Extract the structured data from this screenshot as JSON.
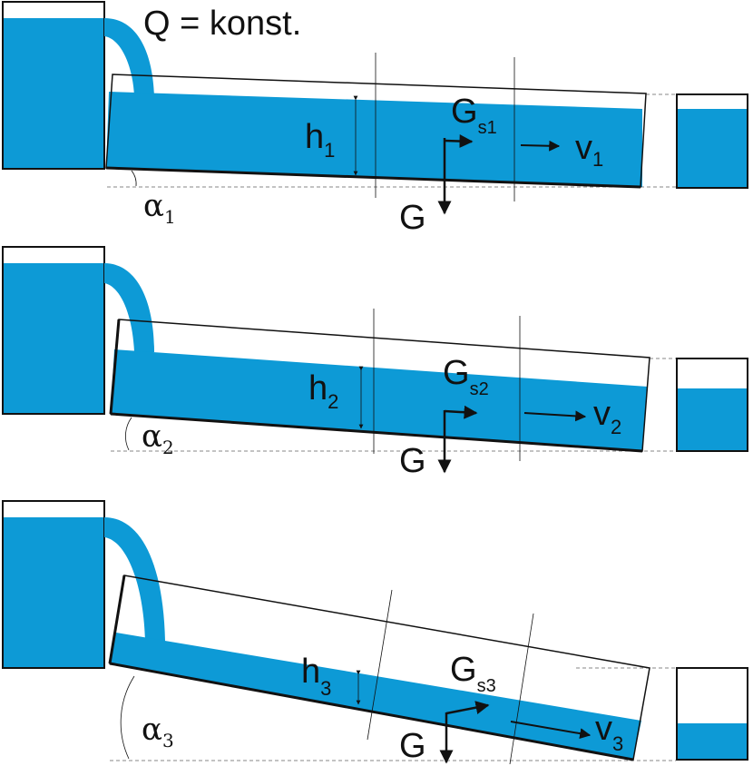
{
  "title": "Q = konst.",
  "colors": {
    "water": "#0d9ad6",
    "line": "#111111"
  },
  "panels": [
    {
      "h": "h",
      "h_sub": "1",
      "gs": "G",
      "gs_sub": "s1",
      "v": "v",
      "v_sub": "1",
      "g": "G",
      "alpha": "α",
      "alpha_sub": "1"
    },
    {
      "h": "h",
      "h_sub": "2",
      "gs": "G",
      "gs_sub": "s2",
      "v": "v",
      "v_sub": "2",
      "g": "G",
      "alpha": "α",
      "alpha_sub": "2"
    },
    {
      "h": "h",
      "h_sub": "3",
      "gs": "G",
      "gs_sub": "s3",
      "v": "v",
      "v_sub": "3",
      "g": "G",
      "alpha": "α",
      "alpha_sub": "3"
    }
  ]
}
